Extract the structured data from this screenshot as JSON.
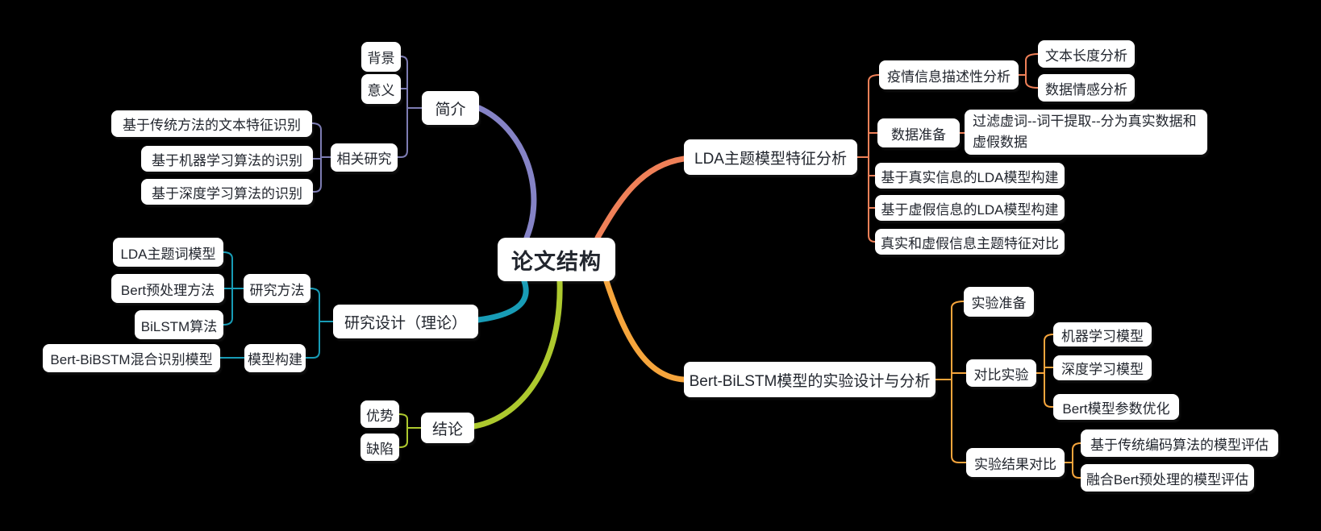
{
  "root": {
    "label": "论文结构"
  },
  "colors": {
    "background": "#000000",
    "node_bg": "#ffffff",
    "node_text": "#22262e",
    "branch_intro": "#8583c6",
    "branch_lda": "#ef8058",
    "branch_design": "#189cb6",
    "branch_experiment": "#f6a53c",
    "branch_conclusion": "#adc92e"
  },
  "branches": [
    {
      "label": "简介",
      "children": [
        {
          "label": "背景"
        },
        {
          "label": "意义"
        },
        {
          "label": "相关研究",
          "children": [
            {
              "label": "基于传统方法的文本特征识别"
            },
            {
              "label": "基于机器学习算法的识别"
            },
            {
              "label": "基于深度学习算法的识别"
            }
          ]
        }
      ]
    },
    {
      "label": "LDA主题模型特征分析",
      "children": [
        {
          "label": "疫情信息描述性分析",
          "children": [
            {
              "label": "文本长度分析"
            },
            {
              "label": "数据情感分析"
            }
          ]
        },
        {
          "label": "数据准备",
          "children": [
            {
              "label": "过滤虚词--词干提取--分为真实数据和虚假数据"
            }
          ]
        },
        {
          "label": "基于真实信息的LDA模型构建"
        },
        {
          "label": "基于虚假信息的LDA模型构建"
        },
        {
          "label": "真实和虚假信息主题特征对比"
        }
      ]
    },
    {
      "label": "研究设计（理论）",
      "children": [
        {
          "label": "研究方法",
          "children": [
            {
              "label": "LDA主题词模型"
            },
            {
              "label": "Bert预处理方法"
            },
            {
              "label": "BiLSTM算法"
            }
          ]
        },
        {
          "label": "模型构建",
          "children": [
            {
              "label": "Bert-BiBSTM混合识别模型"
            }
          ]
        }
      ]
    },
    {
      "label": "Bert-BiLSTM模型的实验设计与分析",
      "children": [
        {
          "label": "实验准备"
        },
        {
          "label": "对比实验",
          "children": [
            {
              "label": "机器学习模型"
            },
            {
              "label": "深度学习模型"
            },
            {
              "label": "Bert模型参数优化"
            }
          ]
        },
        {
          "label": "实验结果对比",
          "children": [
            {
              "label": "基于传统编码算法的模型评估"
            },
            {
              "label": "融合Bert预处理的模型评估"
            }
          ]
        }
      ]
    },
    {
      "label": "结论",
      "children": [
        {
          "label": "优势"
        },
        {
          "label": "缺陷"
        }
      ]
    }
  ]
}
